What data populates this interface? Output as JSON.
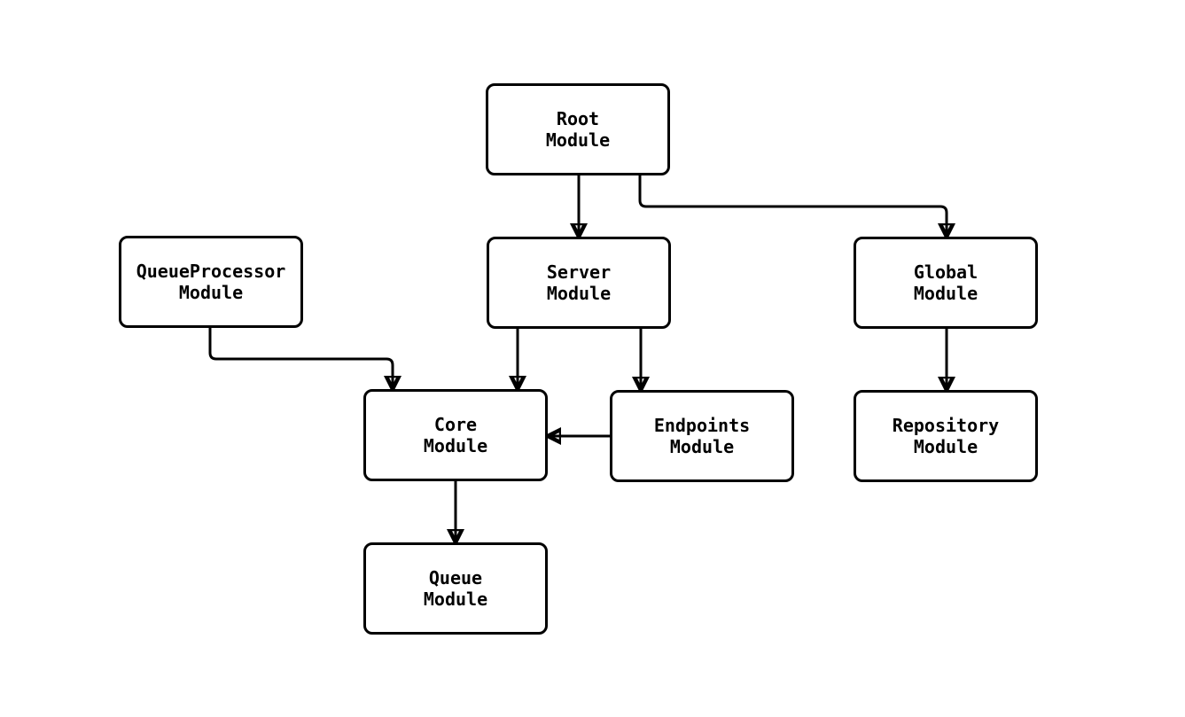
{
  "diagram": {
    "type": "module-dependency-graph",
    "background_color": "#ffffff",
    "node_fill_color": "#ffffff",
    "node_border_color": "#000000",
    "edge_color": "#000000",
    "text_color": "#000000",
    "nodes": [
      {
        "id": "root",
        "label": "Root\nModule"
      },
      {
        "id": "queueprocessor",
        "label": "QueueProcessor\nModule"
      },
      {
        "id": "server",
        "label": "Server\nModule"
      },
      {
        "id": "global",
        "label": "Global\nModule"
      },
      {
        "id": "core",
        "label": "Core\nModule"
      },
      {
        "id": "endpoints",
        "label": "Endpoints\nModule"
      },
      {
        "id": "repository",
        "label": "Repository\nModule"
      },
      {
        "id": "queue",
        "label": "Queue\nModule"
      }
    ],
    "edges": [
      {
        "from": "root",
        "to": "server"
      },
      {
        "from": "root",
        "to": "global"
      },
      {
        "from": "queueprocessor",
        "to": "core"
      },
      {
        "from": "server",
        "to": "core"
      },
      {
        "from": "server",
        "to": "endpoints"
      },
      {
        "from": "global",
        "to": "repository"
      },
      {
        "from": "endpoints",
        "to": "core"
      },
      {
        "from": "core",
        "to": "queue"
      }
    ]
  }
}
